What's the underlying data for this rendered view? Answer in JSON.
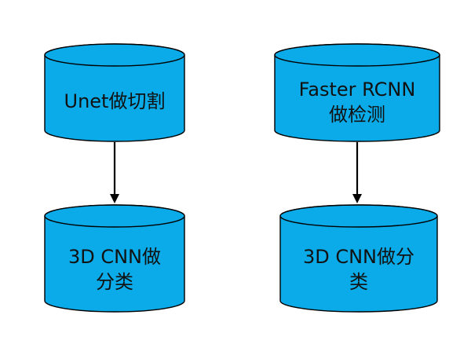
{
  "diagram": {
    "nodes": [
      {
        "id": "unet",
        "lines": [
          "Unet做切割"
        ]
      },
      {
        "id": "faster-rcnn",
        "lines": [
          "Faster RCNN",
          "做检测"
        ]
      },
      {
        "id": "cnn-left",
        "lines": [
          "3D CNN做",
          "分类"
        ]
      },
      {
        "id": "cnn-right",
        "lines": [
          "3D CNN做分",
          "类"
        ]
      }
    ],
    "edges": [
      {
        "from": "unet",
        "to": "cnn-left"
      },
      {
        "from": "faster-rcnn",
        "to": "cnn-right"
      }
    ],
    "colors": {
      "cylinder_fill": "#0aabe8",
      "outline": "#000000",
      "text": "#111111"
    }
  }
}
